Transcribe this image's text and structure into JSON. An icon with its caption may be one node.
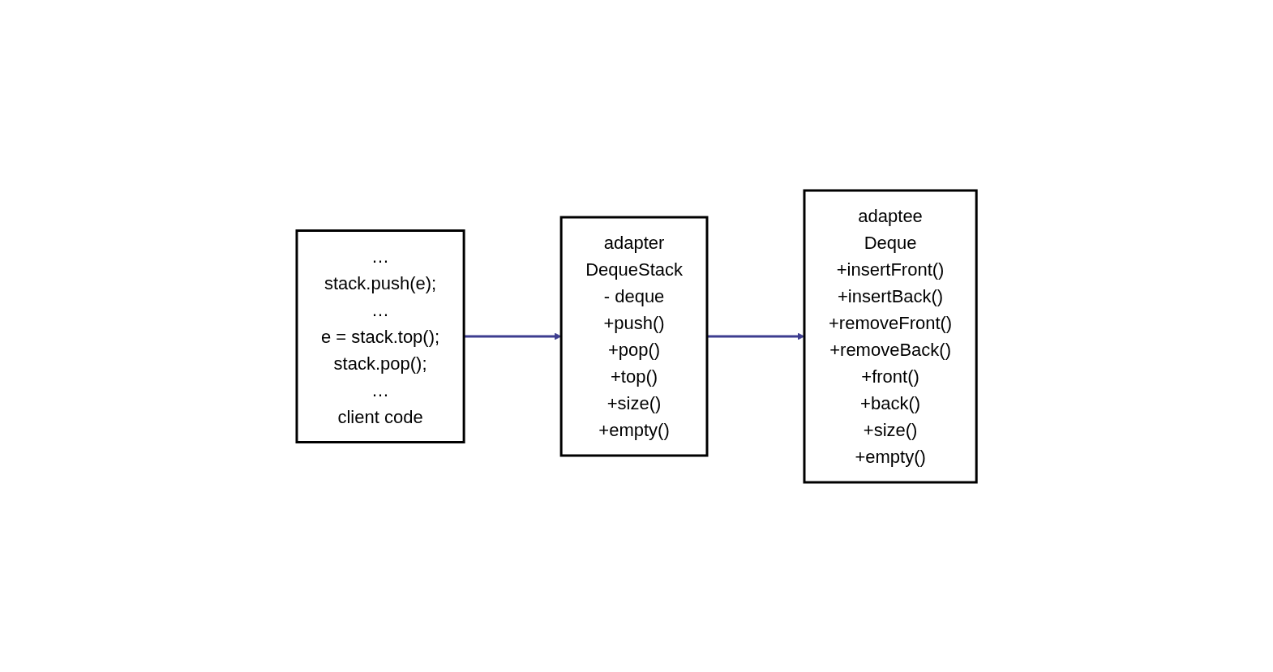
{
  "diagram": {
    "nodes": [
      {
        "text": [
          "…",
          "stack.push(e);",
          "…",
          "e = stack.top();",
          "stack.pop();",
          "…",
          "client code"
        ]
      },
      {
        "text": [
          "adapter",
          "DequeStack",
          "- deque",
          "+push()",
          "+pop()",
          "+top()",
          "+size()",
          "+empty()"
        ]
      },
      {
        "text": [
          "adaptee",
          "Deque",
          "+insertFront()",
          "+insertBack()",
          "+removeFront()",
          "+removeBack()",
          "+front()",
          "+back()",
          "+size()",
          "+empty()"
        ]
      }
    ],
    "edges": [
      {
        "from": 0,
        "to": 1,
        "arrow": "to"
      },
      {
        "from": 1,
        "to": 2,
        "arrow": "to"
      }
    ]
  }
}
